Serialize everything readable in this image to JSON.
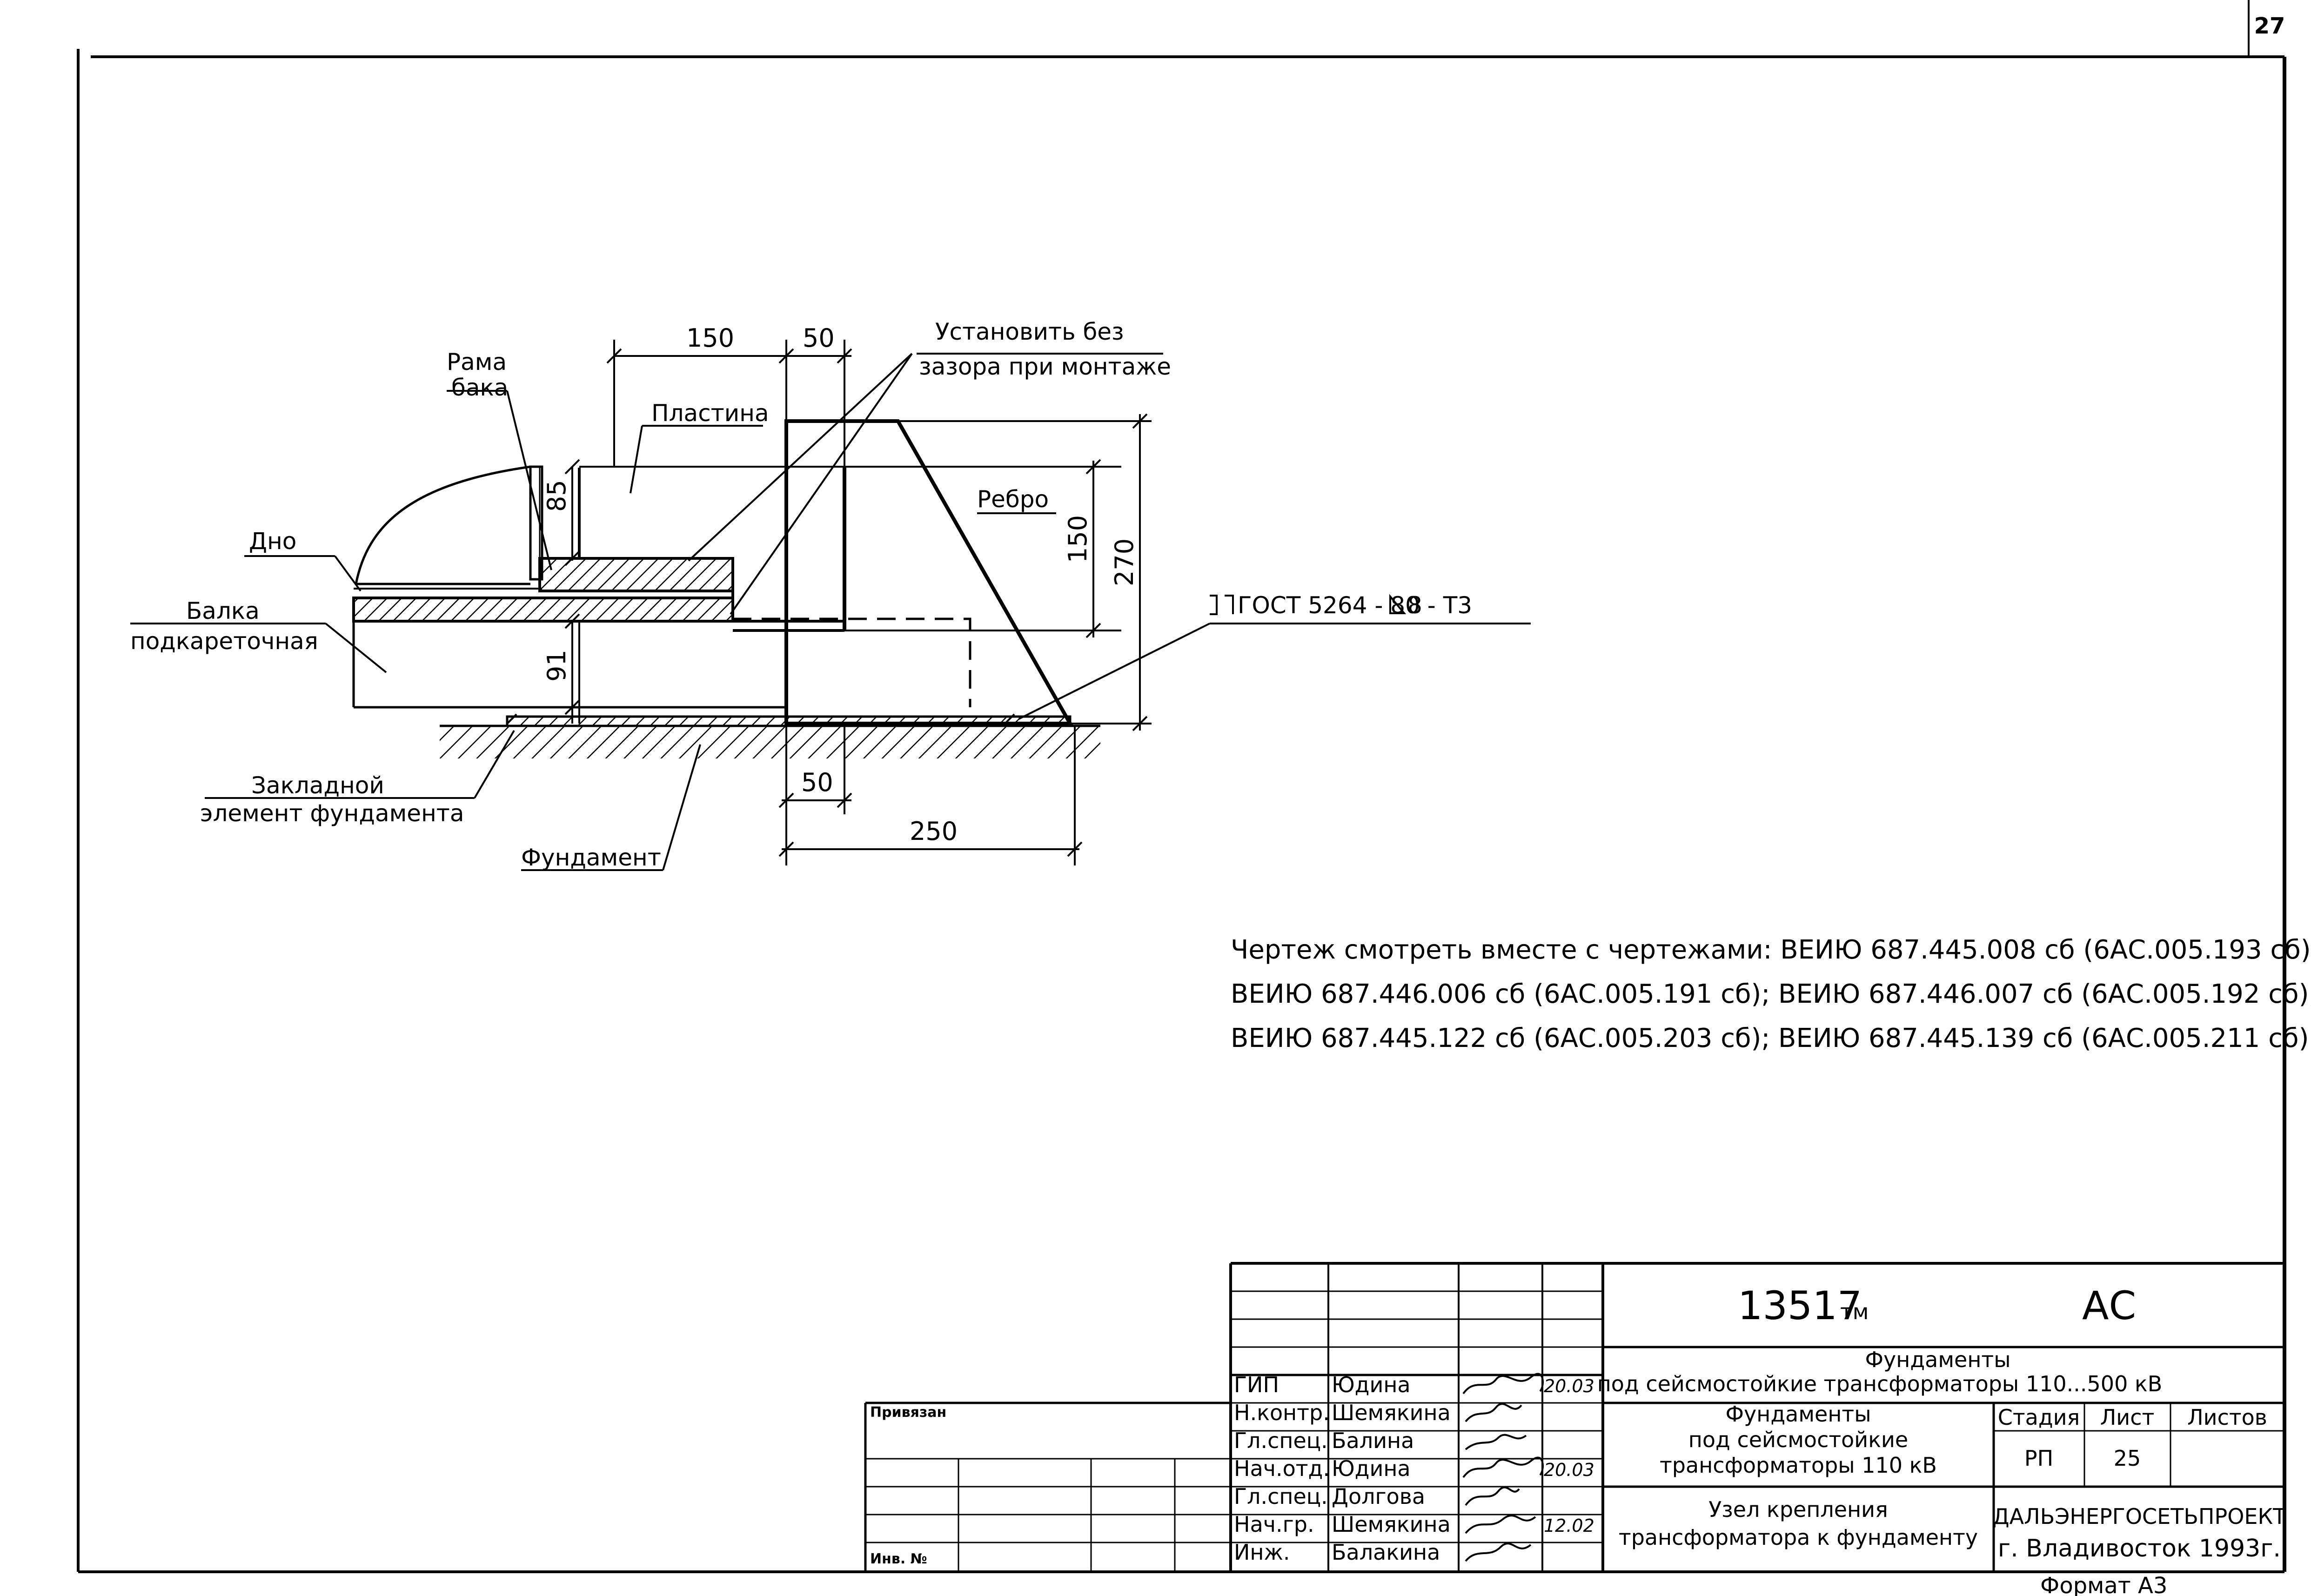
{
  "sheet": {
    "page_number": "27",
    "format": "Формат А3"
  },
  "drawing": {
    "labels": {
      "rama_1": "Рама",
      "rama_2": "бака",
      "plastina": "Пластина",
      "dno": "Дно",
      "balka_1": "Балка",
      "balka_2": "подкареточная",
      "rebro": "Ребро",
      "ustanovit_1": "Установить без",
      "ustanovit_2": "зазора при монтаже",
      "weld": "ГОСТ 5264 - 80 - Т3",
      "weld_leg": "8",
      "zakladnoy_1": "Закладной",
      "zakladnoy_2": "элемент фундамента",
      "fundament": "Фундамент"
    },
    "dimensions": {
      "d150_top": "150",
      "d50_top": "50",
      "d85": "85",
      "d150_right": "150",
      "d270": "270",
      "d91": "91",
      "d50_bottom": "50",
      "d250": "250"
    }
  },
  "notes": {
    "line1": "Чертеж смотреть вместе с чертежами: ВЕИЮ 687.445.008 сб (6АС.005.193 сб);",
    "line2": "ВЕИЮ 687.446.006 сб (6АС.005.191 сб); ВЕИЮ 687.446.007 сб (6АС.005.192 сб);",
    "line3": "ВЕИЮ 687.445.122 сб (6АС.005.203 сб); ВЕИЮ 687.445.139 сб (6АС.005.211 сб)."
  },
  "title_block": {
    "privyazan": "Привязан",
    "inv_no": "Инв. №",
    "code": "13517",
    "code_suffix": "тм",
    "mark": "АС",
    "project_title_1": "Фундаменты",
    "project_title_2": "под сейсмостойкие трансформаторы 110...500 кВ",
    "sheet_title_1": "Фундаменты",
    "sheet_title_2": "под сейсмостойкие",
    "sheet_title_3": "трансформаторы 110 кВ",
    "drawing_title_1": "Узел крепления",
    "drawing_title_2": "трансформатора к фундаменту",
    "stage_header": "Стадия",
    "sheet_header": "Лист",
    "sheets_header": "Листов",
    "stage": "РП",
    "sheet_no": "25",
    "sheets_total": "",
    "org_1": "ДАЛЬЭНЕРГОСЕТЬПРОЕКТ",
    "org_2": "г. Владивосток 1993г.",
    "staff": [
      {
        "role": "ГИП",
        "name": "Юдина",
        "date": "20.03"
      },
      {
        "role": "Н.контр.",
        "name": "Шемякина",
        "date": ""
      },
      {
        "role": "Гл.спец.",
        "name": "Балина",
        "date": ""
      },
      {
        "role": "Нач.отд.",
        "name": "Юдина",
        "date": "20.03"
      },
      {
        "role": "Гл.спец.",
        "name": "Долгова",
        "date": ""
      },
      {
        "role": "Нач.гр.",
        "name": "Шемякина",
        "date": "12.02"
      },
      {
        "role": "Инж.",
        "name": "Балакина",
        "date": ""
      }
    ]
  }
}
